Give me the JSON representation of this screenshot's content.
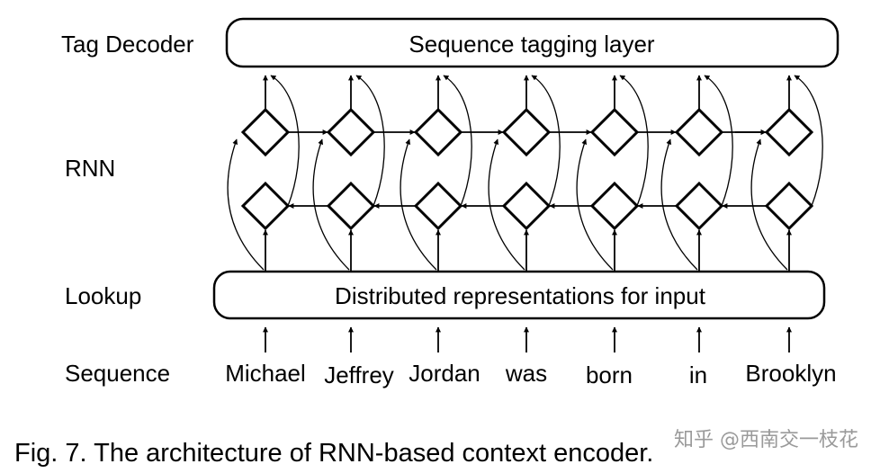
{
  "layers": {
    "tag_decoder": "Tag Decoder",
    "rnn": "RNN",
    "lookup": "Lookup",
    "sequence": "Sequence"
  },
  "boxes": {
    "top": "Sequence tagging layer",
    "bottom": "Distributed representations for input"
  },
  "words": [
    "Michael",
    "Jeffrey",
    "Jordan",
    "was",
    "born",
    "in",
    "Brooklyn"
  ],
  "caption": "Fig. 7. The architecture of RNN-based context encoder.",
  "watermark": "知乎 @西南交一枝花"
}
